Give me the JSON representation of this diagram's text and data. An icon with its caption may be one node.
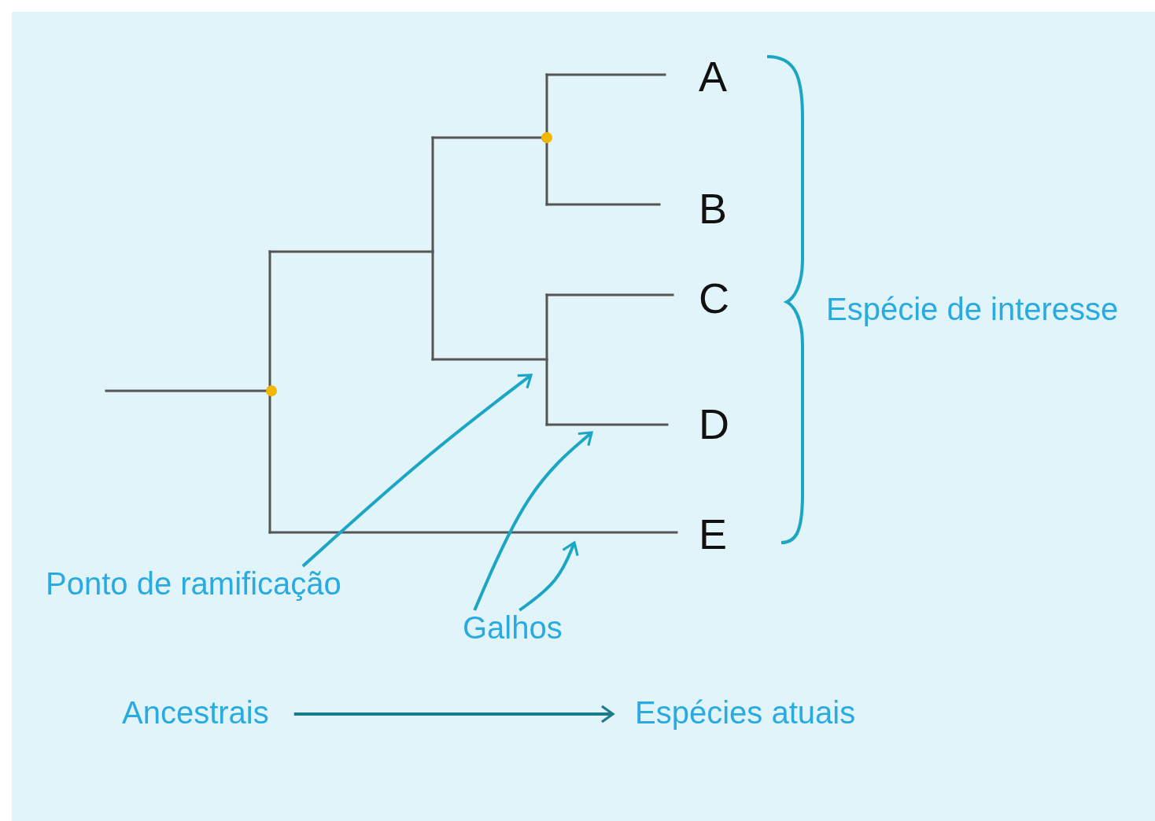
{
  "diagram": {
    "nodes": [
      {
        "text": [
          "Ponto de ramificação"
        ]
      },
      {
        "text": [
          "Galhos"
        ]
      },
      {
        "text": [
          "Ancestrais"
        ]
      },
      {
        "text": [
          "Espécies atuais"
        ]
      }
    ],
    "edges": [
      {
        "from": 0,
        "to": null,
        "arrow": "to"
      },
      {
        "from": 1,
        "to": null,
        "arrow": "to"
      },
      {
        "from": 1,
        "to": null,
        "arrow": "to"
      },
      {
        "from": 2,
        "to": 3,
        "arrow": "to",
        "color": "#1b7a8c"
      }
    ],
    "labels": [
      "A",
      "B",
      "C",
      "D",
      "E",
      "Espécie de interesse"
    ]
  }
}
